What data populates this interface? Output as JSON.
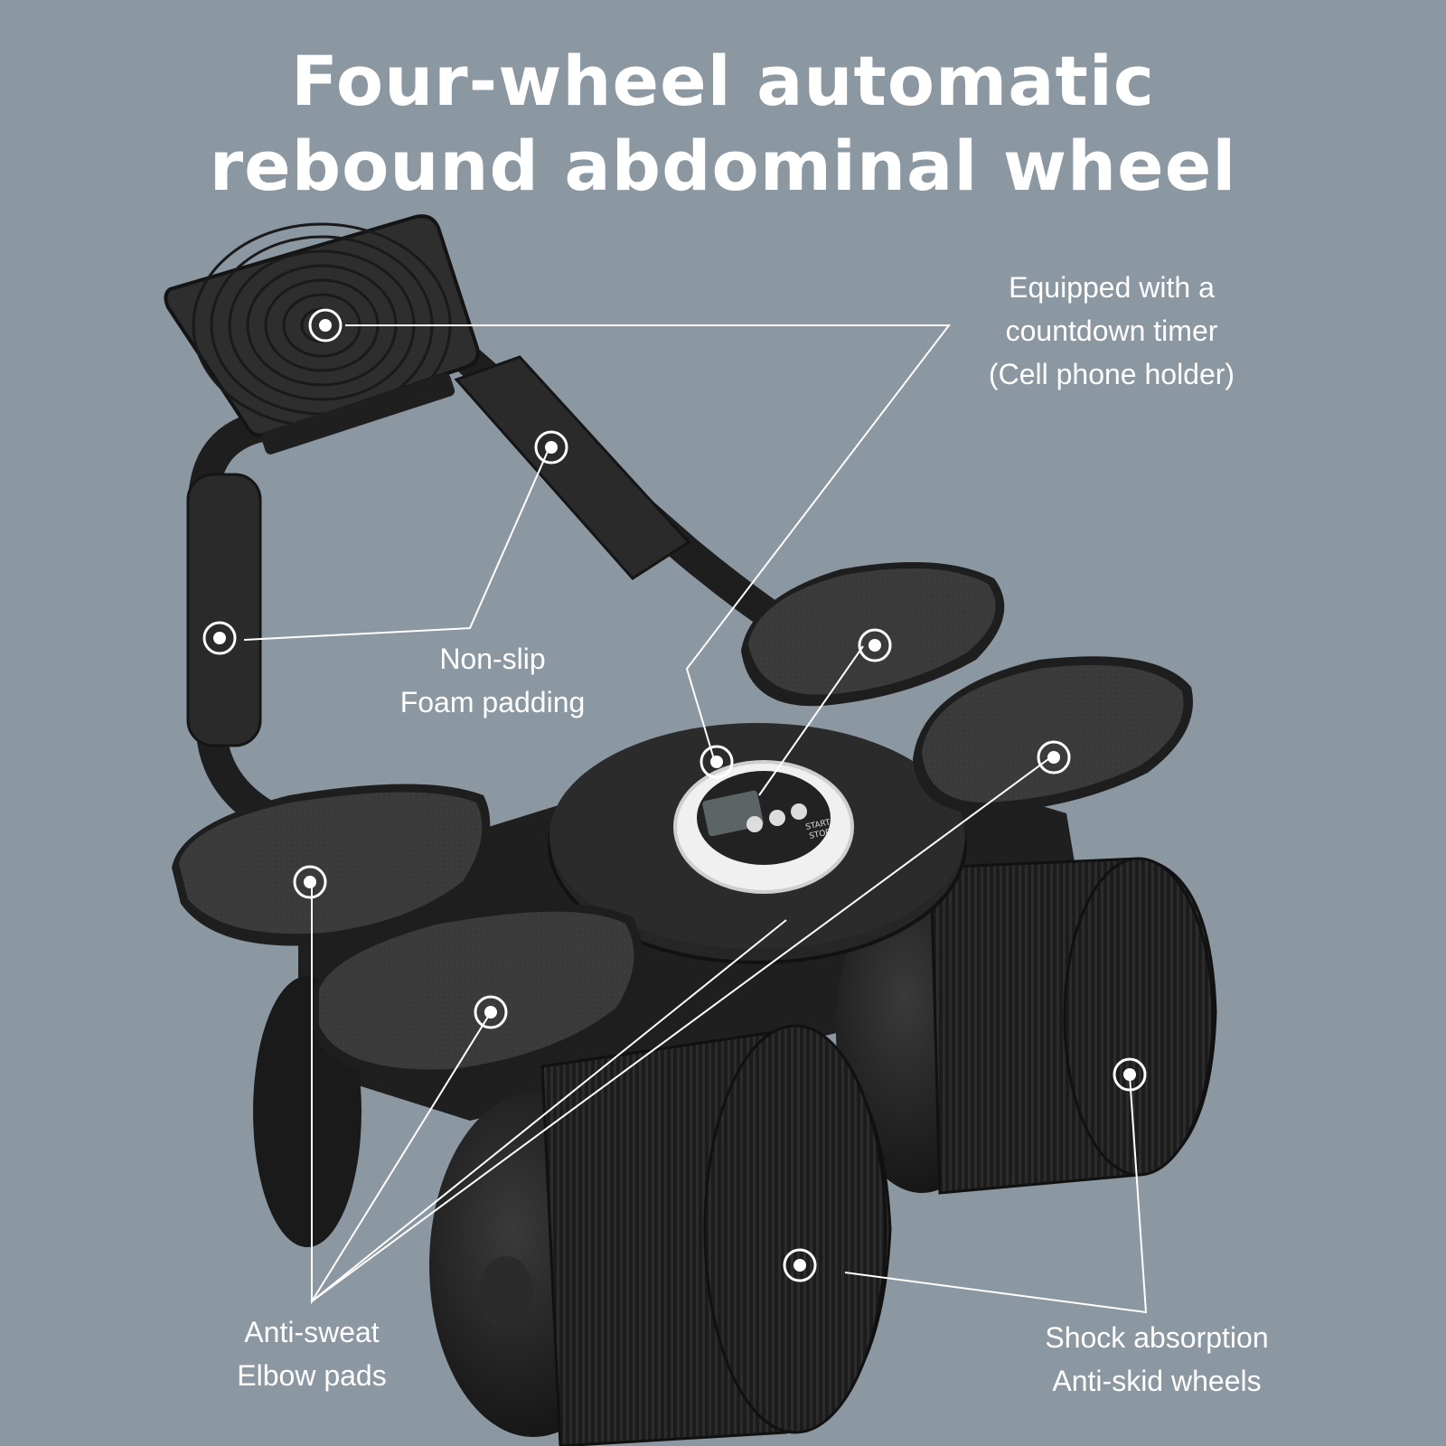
{
  "title": {
    "line1": "Four-wheel automatic",
    "line2": "rebound abdominal wheel"
  },
  "callouts": {
    "timer": {
      "lines": [
        "Equipped with a",
        "countdown timer",
        "(Cell phone holder)"
      ]
    },
    "foam": {
      "lines": [
        "Non-slip",
        "Foam padding"
      ]
    },
    "elbow": {
      "lines": [
        "Anti-sweat",
        "Elbow pads"
      ]
    },
    "wheels": {
      "lines": [
        "Shock absorption",
        "Anti-skid wheels"
      ]
    }
  },
  "device": {
    "button_labels": [
      "START/",
      "STOP"
    ]
  },
  "colors": {
    "background": "#8b97a1",
    "text": "#ffffff",
    "product_dark": "#232323",
    "pad_foam": "#3b3b3b",
    "timer_ring": "#eeeeee"
  }
}
